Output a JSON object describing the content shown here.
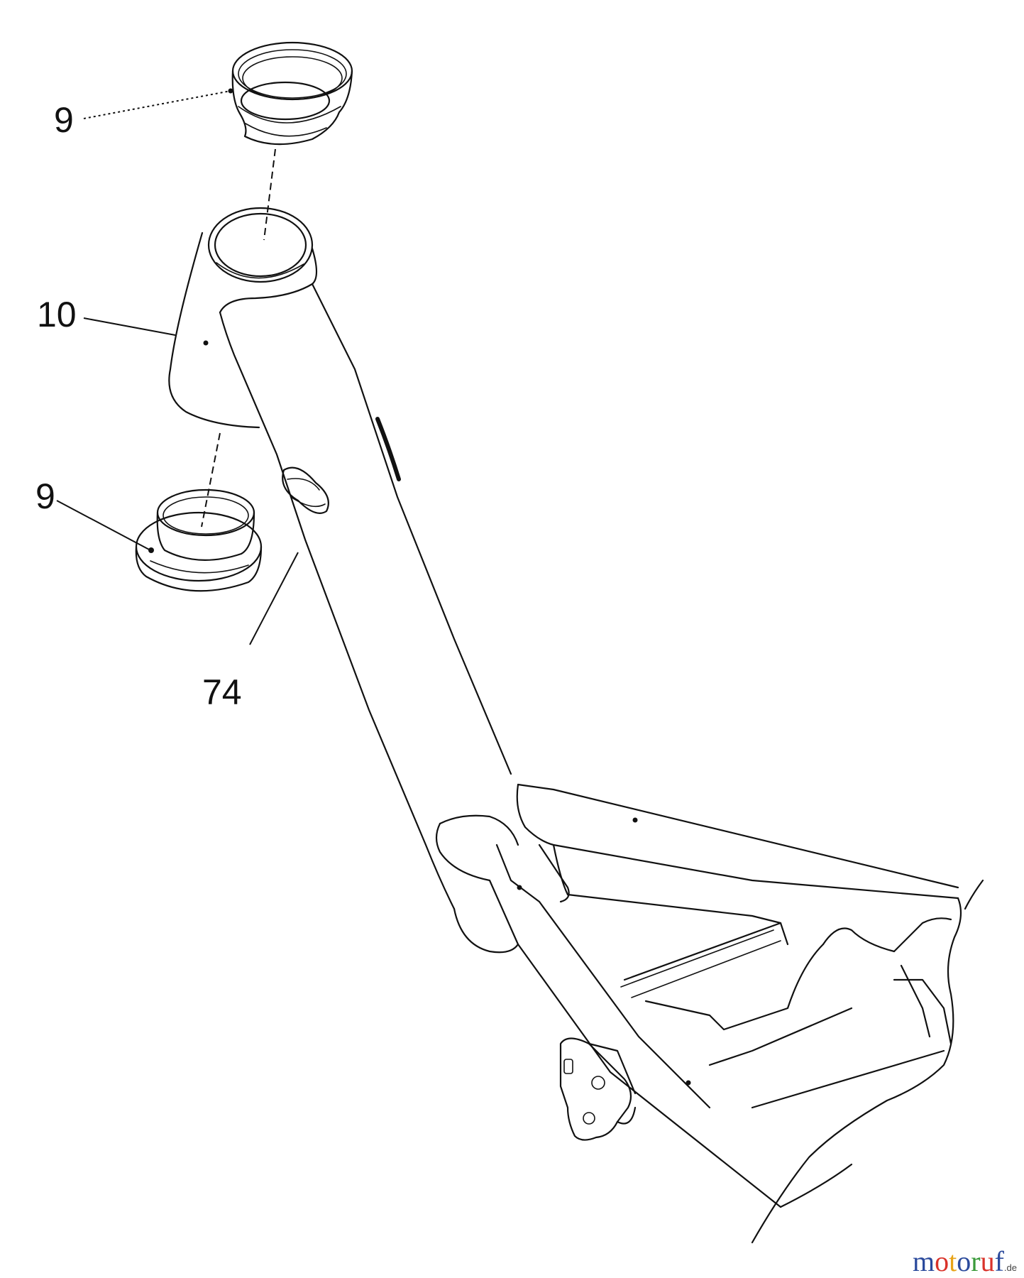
{
  "callouts": [
    {
      "id": "cap-top",
      "label": "9"
    },
    {
      "id": "head-tube",
      "label": "10"
    },
    {
      "id": "cap-bottom",
      "label": "9"
    },
    {
      "id": "bushing",
      "label": "74"
    }
  ],
  "watermark": {
    "letters": [
      "m",
      "o",
      "t",
      "o",
      "r",
      "u",
      "f"
    ],
    "suffix": ".de",
    "colors": [
      "#2b4a9c",
      "#d9322a",
      "#e8a317",
      "#2b4a9c",
      "#3a9a3a",
      "#d9322a",
      "#2b4a9c"
    ]
  }
}
